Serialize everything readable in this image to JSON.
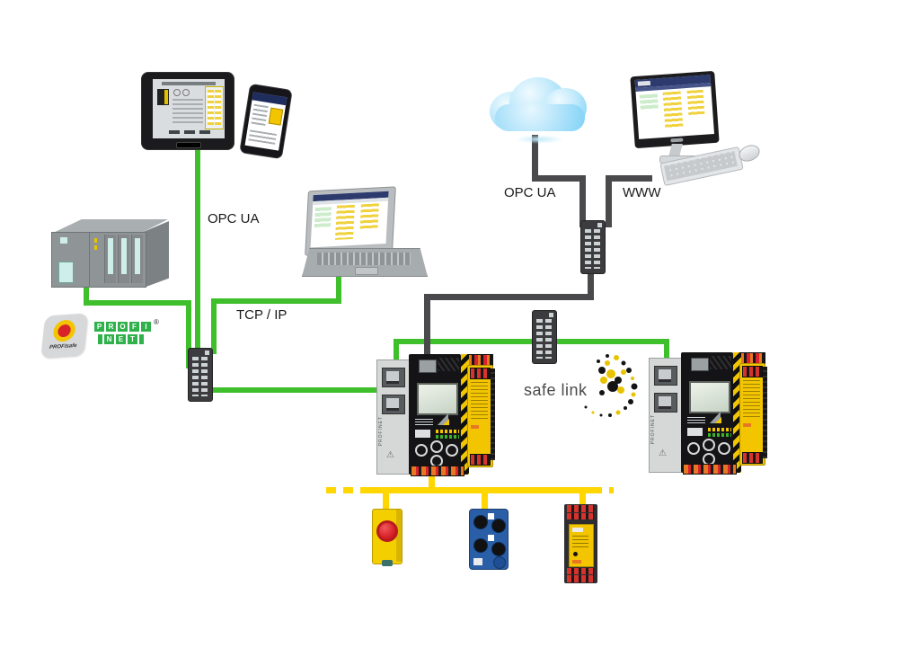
{
  "labels": {
    "opc_ua_left": "OPC UA",
    "tcp_ip": "TCP / IP",
    "opc_ua_right": "OPC UA",
    "www": "WWW",
    "safe_link": "safe link"
  },
  "logos": {
    "profisafe": "PROFIsafe",
    "profinet_row1": [
      "P",
      "R",
      "O",
      "F",
      "I"
    ],
    "profinet_row2": [
      "N",
      "E",
      "T"
    ],
    "registered_mark": "®"
  },
  "gateway": {
    "fieldbus_label": "PROFINET"
  },
  "icons": {
    "warning": "⚠"
  },
  "colors": {
    "ethernet_green": "#3ebf2b",
    "backbone_gray": "#4a4a4c",
    "asi_bus_yellow": "#ffd600",
    "device_safety_yellow": "#f2c500",
    "estop_red": "#d8232a",
    "cloud_blue": "#8ed8f8",
    "screen_header_blue": "#2c3a6e"
  }
}
